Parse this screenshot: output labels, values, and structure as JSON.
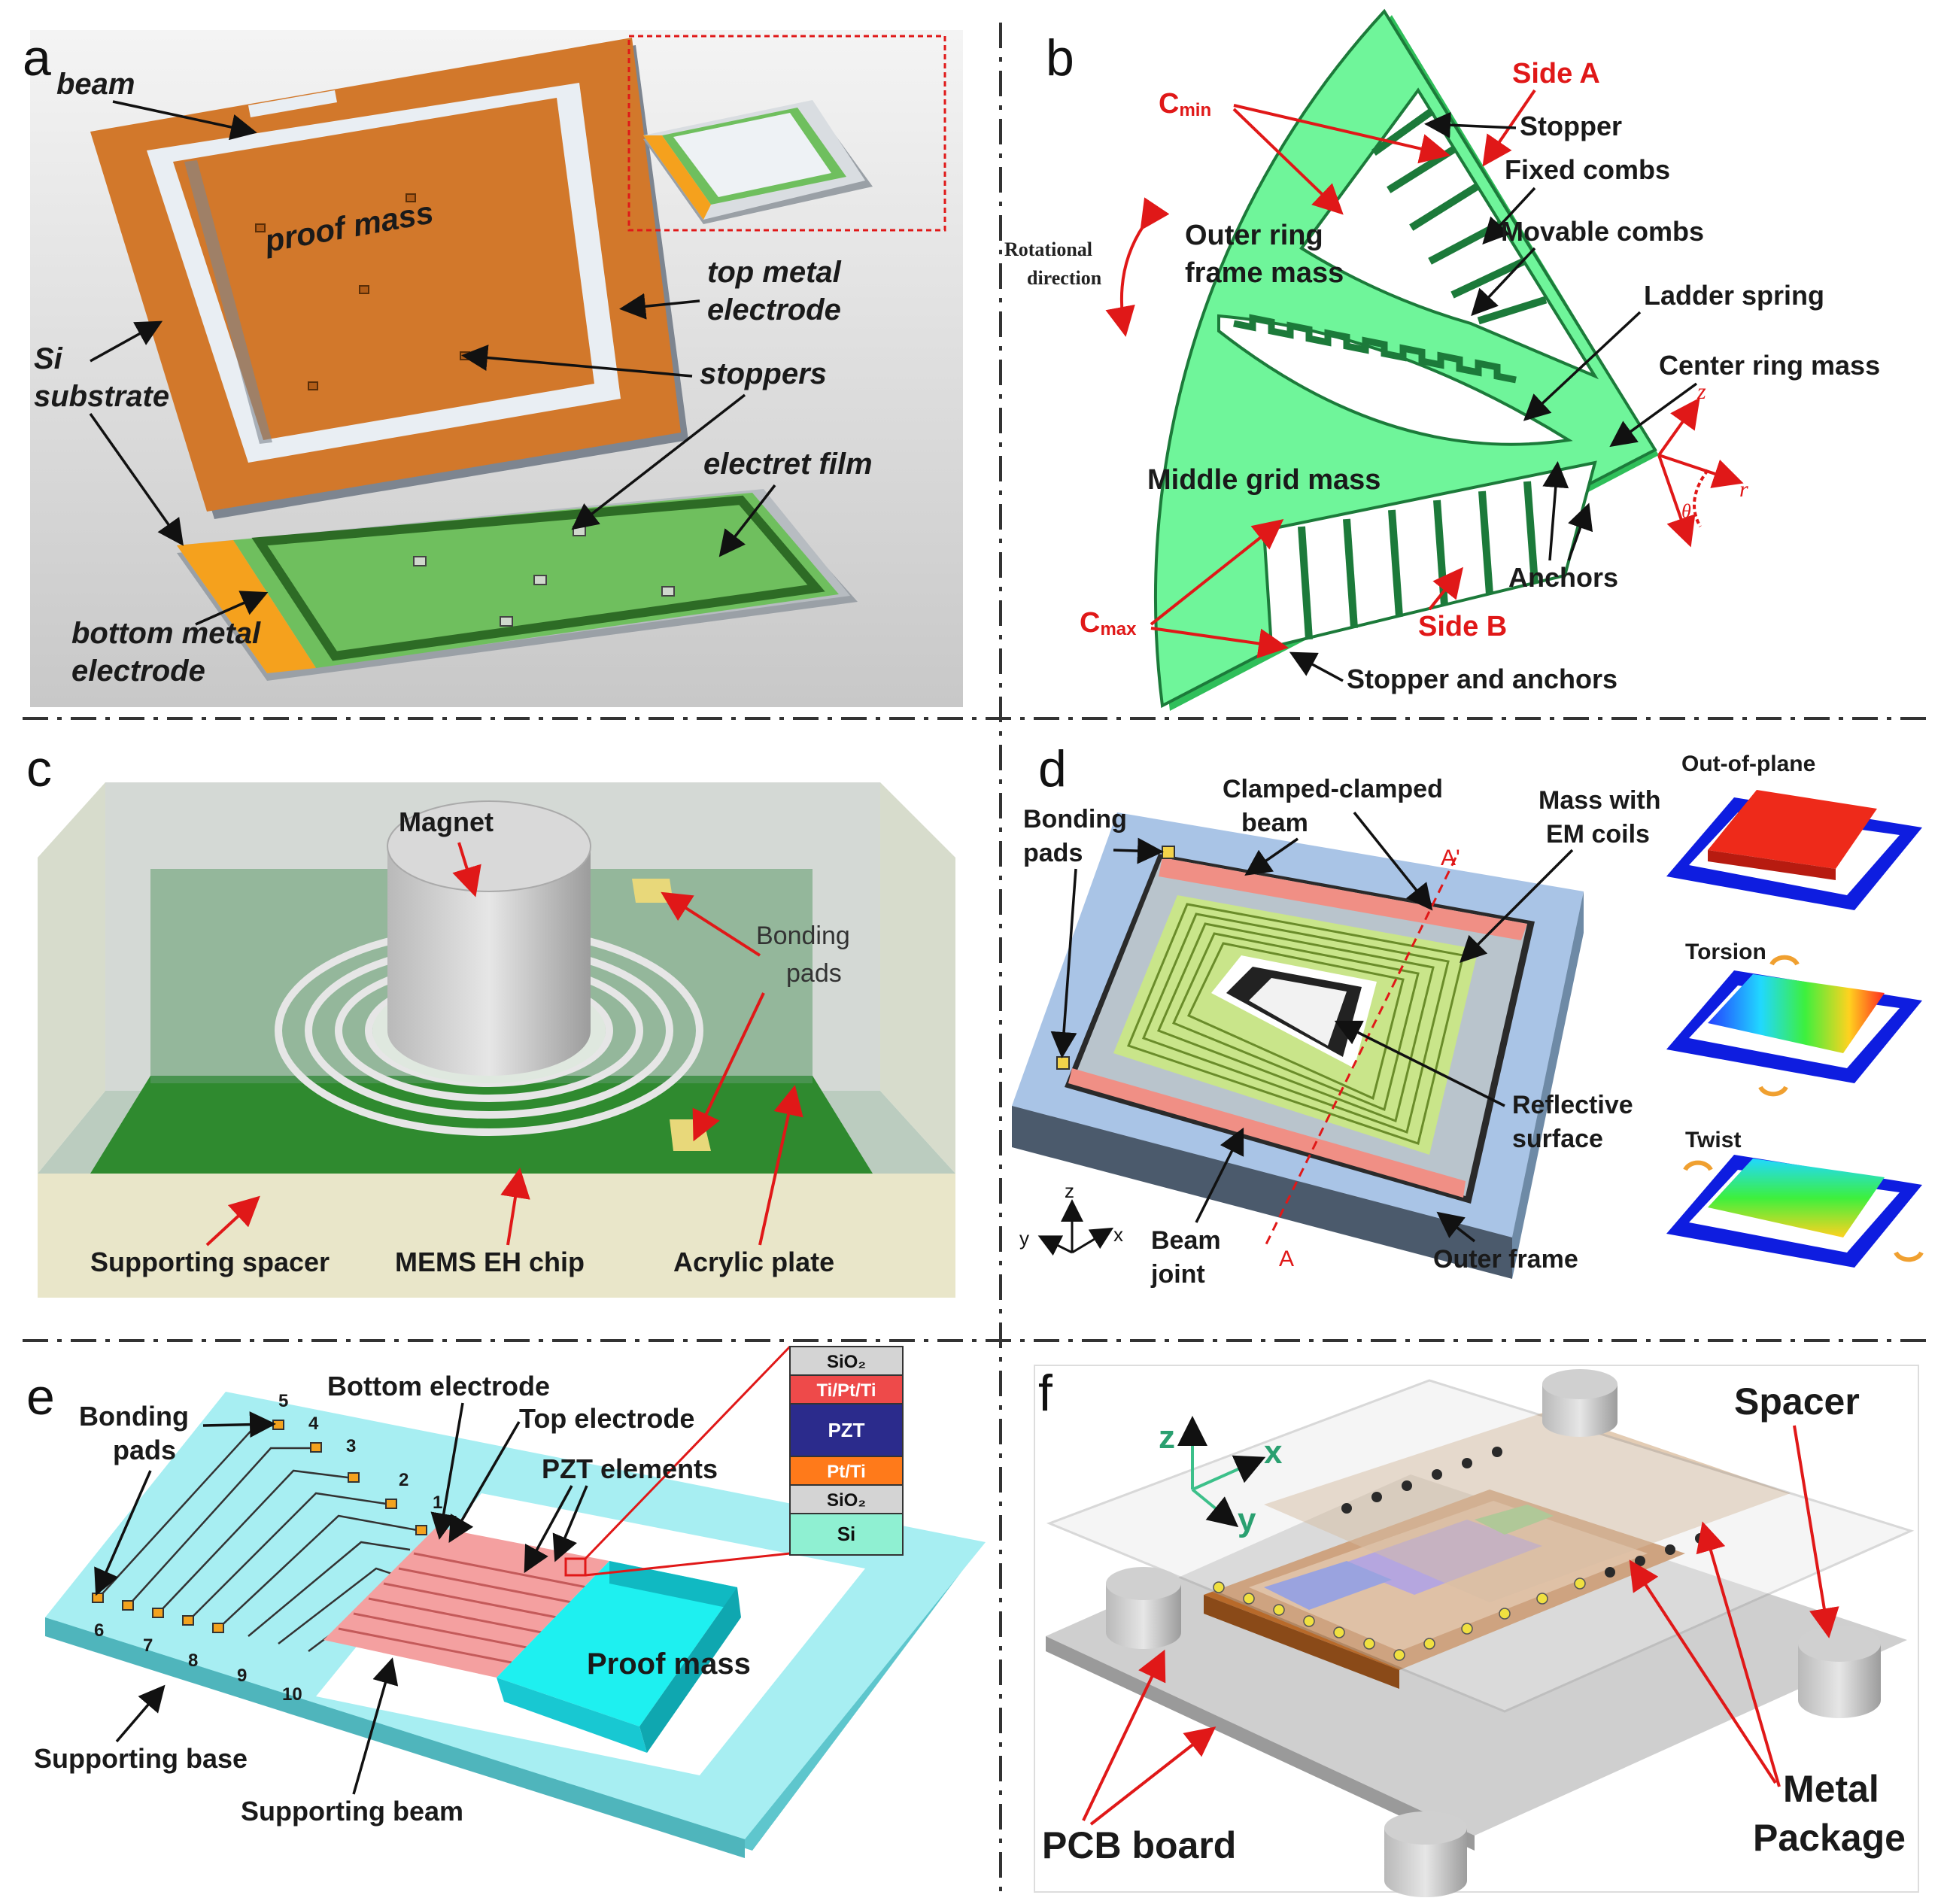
{
  "panels": {
    "a": {
      "letter": "a",
      "labels": {
        "beam": "beam",
        "proof_mass": "proof mass",
        "top_metal": "top metal",
        "electrode": "electrode",
        "si": "Si",
        "substrate": "substrate",
        "stoppers": "stoppers",
        "electret_film": "electret film",
        "bottom_metal": "bottom metal",
        "bottom_electrode": "electrode"
      }
    },
    "b": {
      "letter": "b",
      "labels": {
        "side_a": "Side A",
        "side_b": "Side B",
        "c_min": "C",
        "c_min_sub": "min",
        "c_max": "C",
        "c_max_sub": "max",
        "stopper": "Stopper",
        "fixed_combs": "Fixed combs",
        "movable_combs": "Movable combs",
        "ladder_spring": "Ladder spring",
        "center_ring_mass": "Center ring mass",
        "outer_ring": "Outer ring",
        "frame_mass": "frame mass",
        "middle_grid_mass": "Middle grid mass",
        "anchors": "Anchors",
        "stopper_and_anchors": "Stopper and anchors",
        "rotational": "Rotational",
        "direction": "direction",
        "axis_z": "z",
        "axis_r": "r",
        "axis_theta": "θ"
      }
    },
    "c": {
      "letter": "c",
      "labels": {
        "magnet": "Magnet",
        "bonding": "Bonding",
        "pads": "pads",
        "supporting_spacer": "Supporting spacer",
        "mems_eh_chip": "MEMS EH chip",
        "acrylic_plate": "Acrylic plate"
      }
    },
    "d": {
      "letter": "d",
      "labels": {
        "bonding": "Bonding",
        "pads": "pads",
        "clamped": "Clamped-clamped",
        "beam": "beam",
        "mass_with": "Mass with",
        "em_coils": "EM coils",
        "a_prime": "A'",
        "a": "A",
        "reflective": "Reflective",
        "surface": "surface",
        "beam_word": "Beam",
        "joint": "joint",
        "outer_frame": "Outer frame",
        "out_of_plane": "Out-of-plane",
        "torsion": "Torsion",
        "twist": "Twist",
        "axis_x": "x",
        "axis_y": "y",
        "axis_z": "z"
      }
    },
    "e": {
      "letter": "e",
      "labels": {
        "bonding": "Bonding",
        "pads": "pads",
        "bottom_electrode": "Bottom electrode",
        "top_electrode": "Top electrode",
        "pzt_elements": "PZT elements",
        "proof_mass": "Proof mass",
        "supporting_base": "Supporting base",
        "supporting_beam": "Supporting beam"
      },
      "pad_numbers_top": [
        "5",
        "4",
        "3",
        "2",
        "1"
      ],
      "pad_numbers_bottom": [
        "6",
        "7",
        "8",
        "9",
        "10"
      ],
      "layers": [
        {
          "name": "SiO₂",
          "color": "#d4d4d4",
          "text": "#111111"
        },
        {
          "name": "Ti/Pt/Ti",
          "color": "#ee4a4a",
          "text": "#ffffff"
        },
        {
          "name": "PZT",
          "color": "#2b2b8c",
          "text": "#ffffff"
        },
        {
          "name": "Pt/Ti",
          "color": "#ff7a1a",
          "text": "#ffffff"
        },
        {
          "name": "SiO₂",
          "color": "#d4d4d4",
          "text": "#111111"
        },
        {
          "name": "Si",
          "color": "#8ff0d2",
          "text": "#111111"
        }
      ]
    },
    "f": {
      "letter": "f",
      "labels": {
        "spacer": "Spacer",
        "pcb_board": "PCB board",
        "metal": "Metal",
        "package": "Package",
        "axis_z": "z",
        "axis_x": "x",
        "axis_y": "y"
      }
    }
  }
}
